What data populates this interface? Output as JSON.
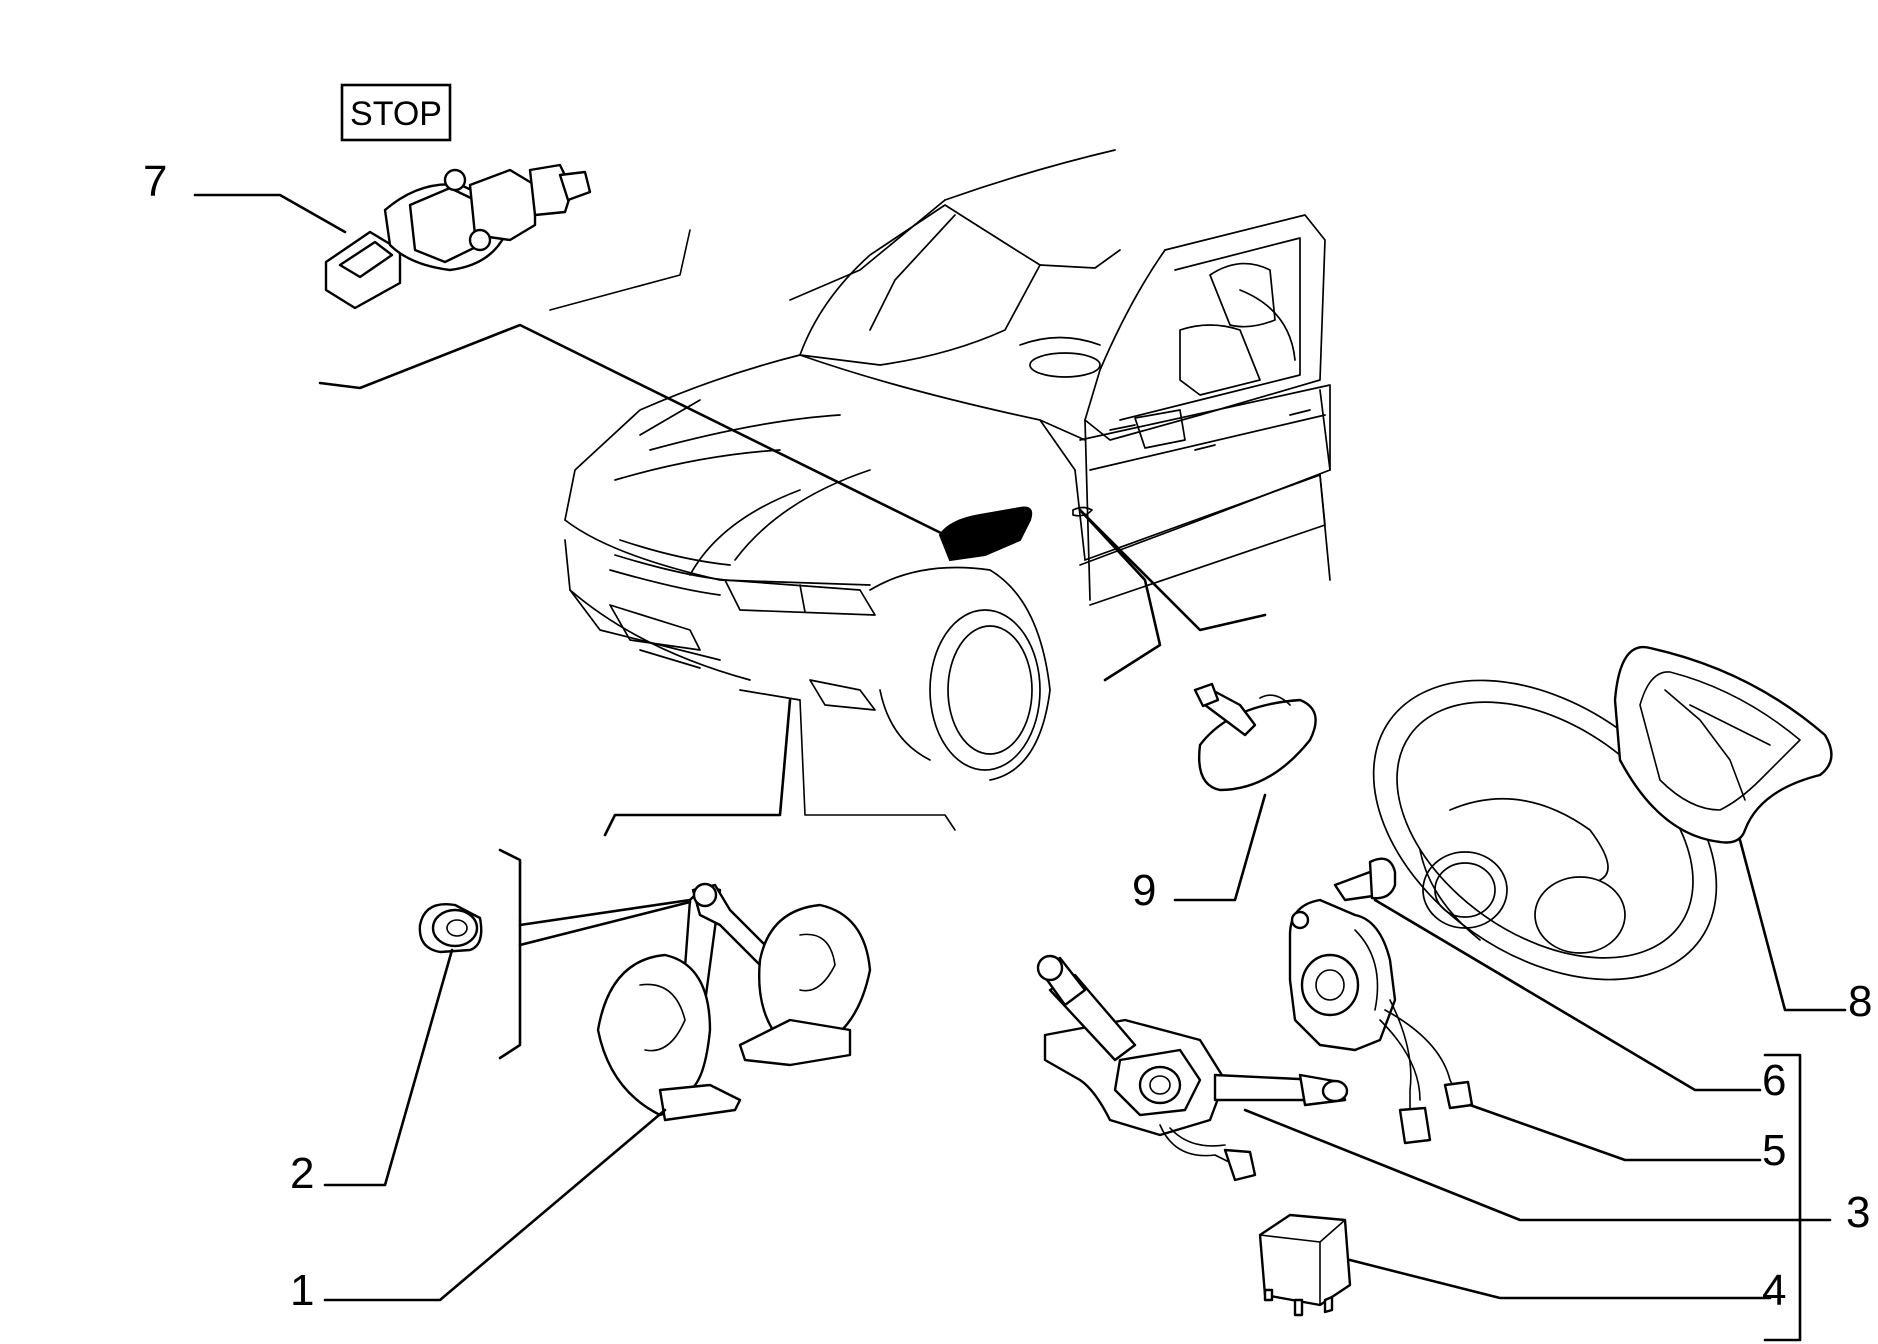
{
  "stop_box": {
    "label": "STOP"
  },
  "callouts": [
    {
      "id": "1",
      "label": "1"
    },
    {
      "id": "2",
      "label": "2"
    },
    {
      "id": "3",
      "label": "3"
    },
    {
      "id": "4",
      "label": "4"
    },
    {
      "id": "5",
      "label": "5"
    },
    {
      "id": "6",
      "label": "6"
    },
    {
      "id": "7",
      "label": "7"
    },
    {
      "id": "8",
      "label": "8"
    },
    {
      "id": "9",
      "label": "9"
    }
  ],
  "colors": {
    "ink": "#000000",
    "paper": "#ffffff"
  }
}
